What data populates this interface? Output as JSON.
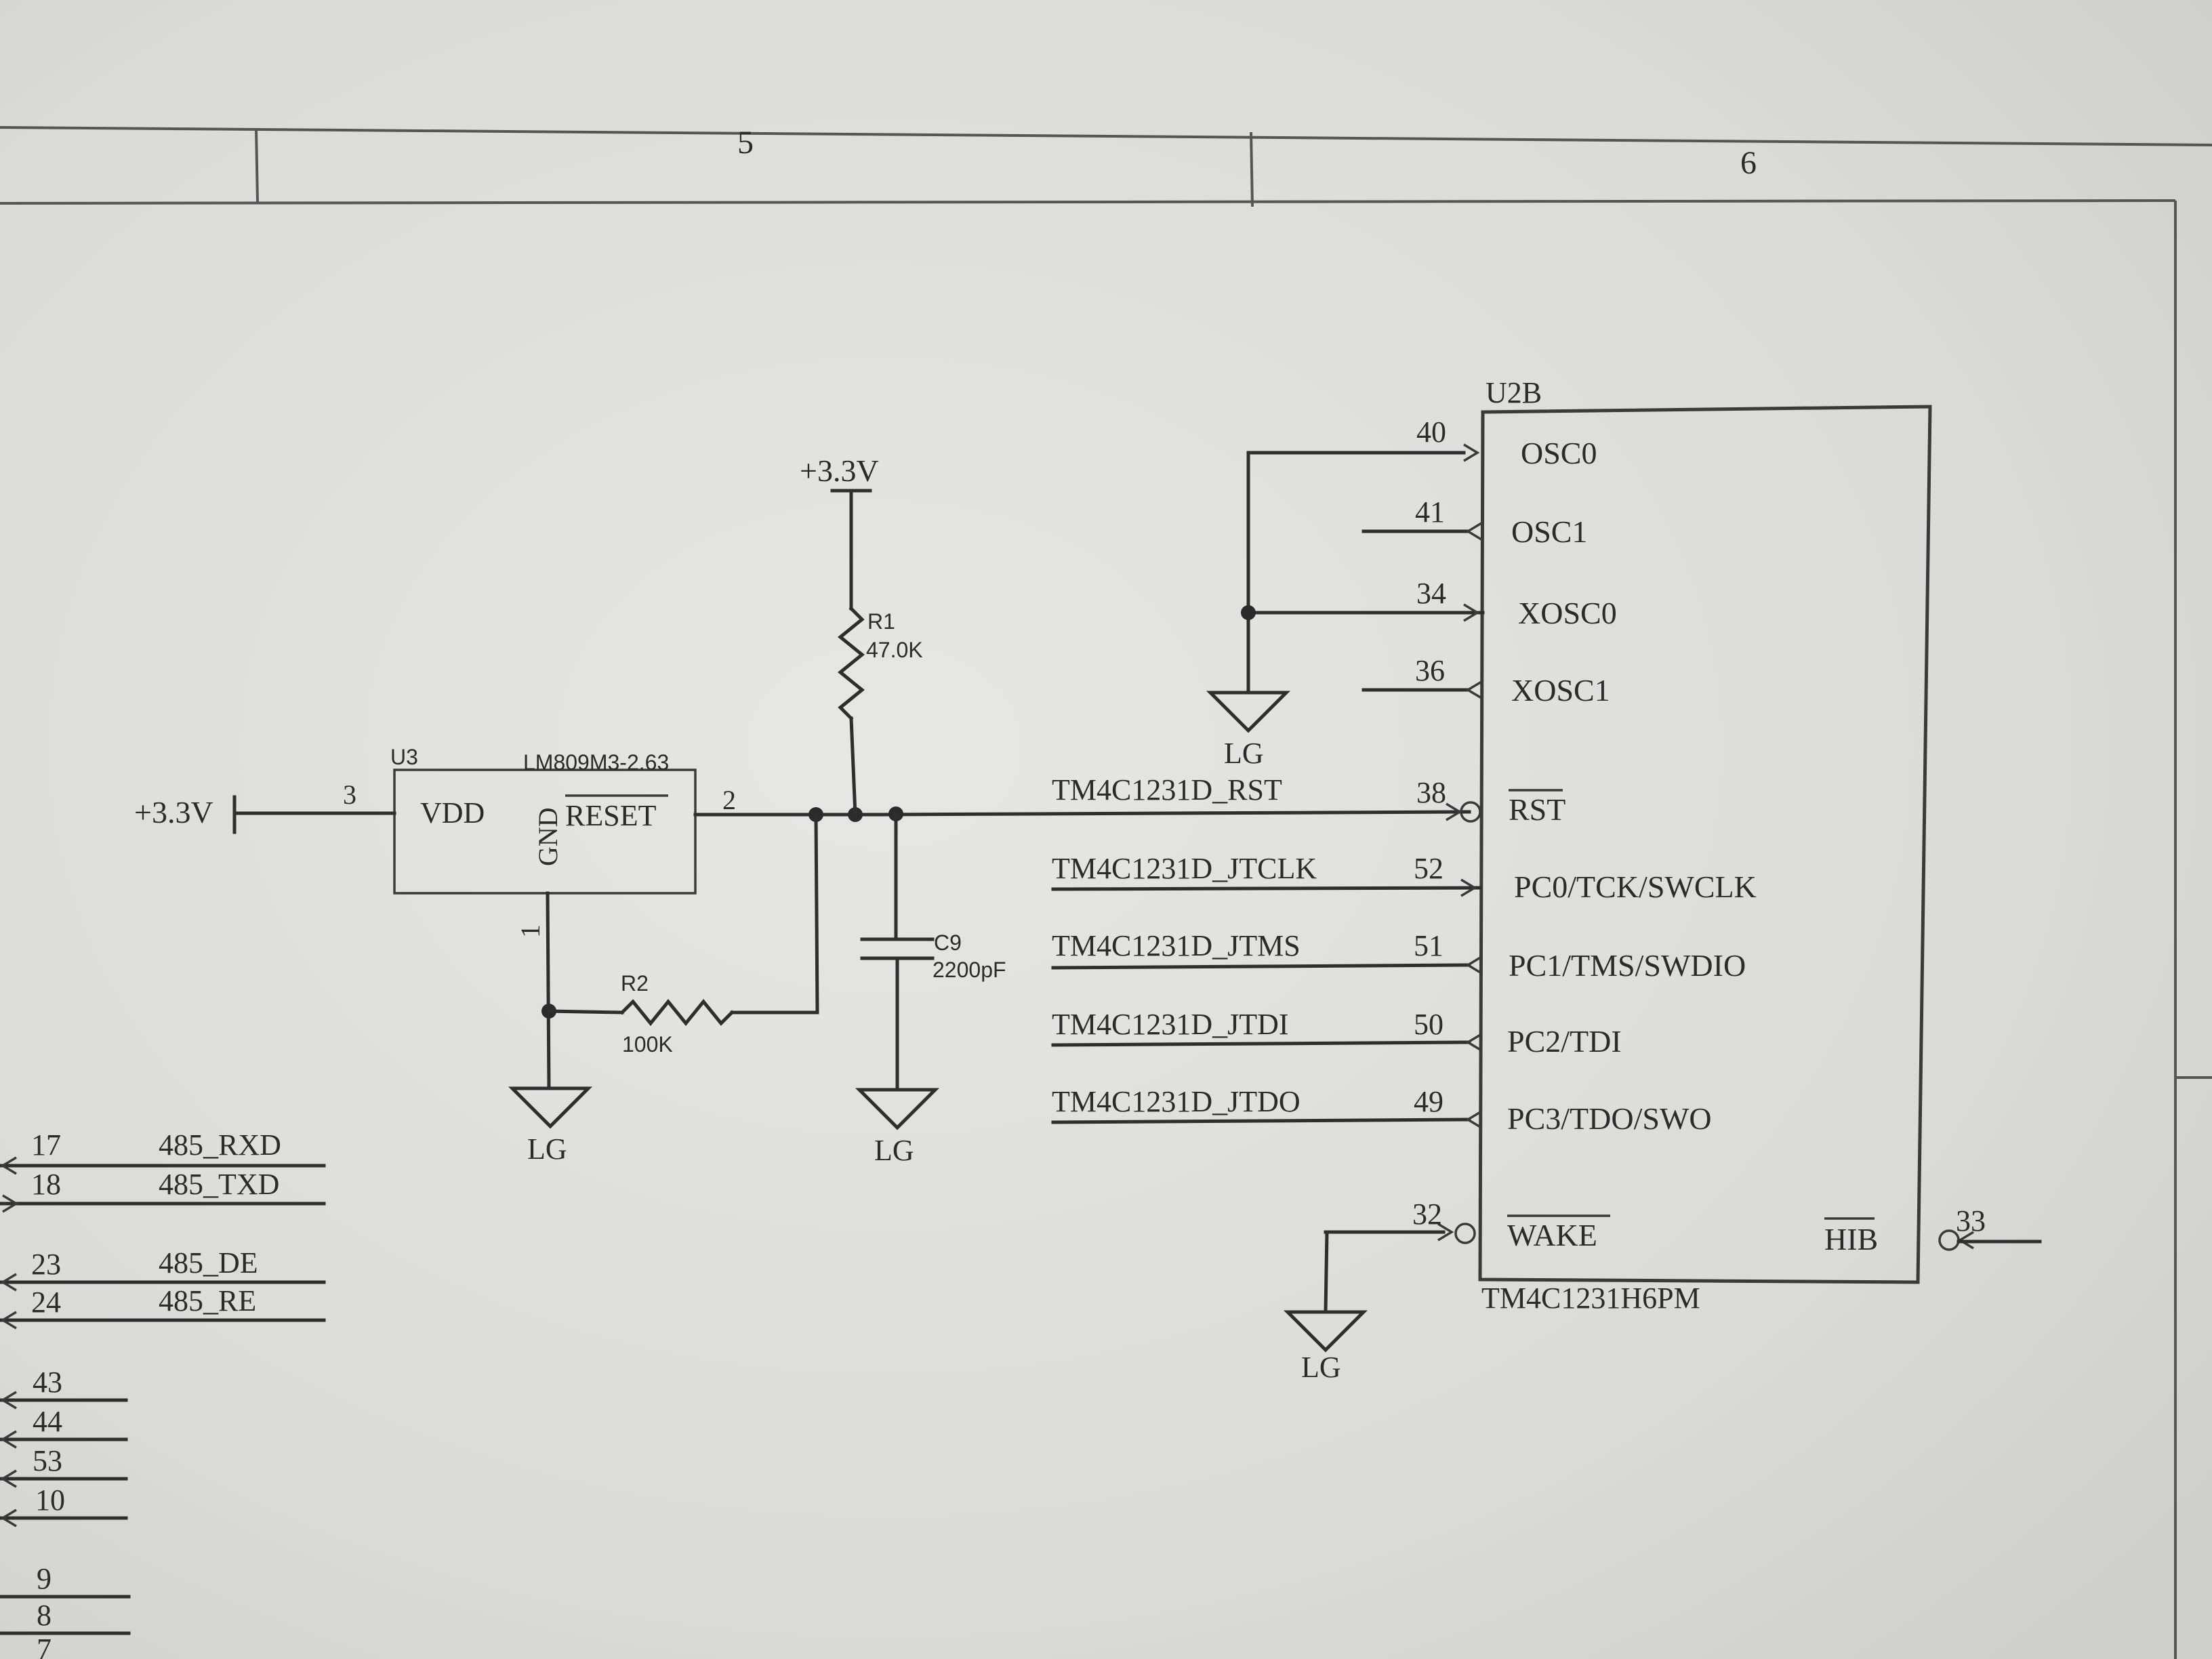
{
  "frame": {
    "zone_5": "5",
    "zone_6": "6"
  },
  "u3": {
    "ref": "U3",
    "part": "LM809M3-2.63",
    "pin_vdd": "VDD",
    "pin_gnd": "GND",
    "pin_reset": "RESET",
    "pin3": "3",
    "pin2": "2",
    "pin1": "1",
    "supply": "+3.3V"
  },
  "r1": {
    "ref": "R1",
    "value": "47.0K",
    "supply": "+3.3V"
  },
  "r2": {
    "ref": "R2",
    "value": "100K"
  },
  "c9": {
    "ref": "C9",
    "value": "2200pF"
  },
  "ground_label": "LG",
  "u2b": {
    "ref": "U2B",
    "part": "TM4C1231H6PM",
    "pins": [
      {
        "num": "40",
        "name": "OSC0",
        "net": ""
      },
      {
        "num": "41",
        "name": "OSC1",
        "net": ""
      },
      {
        "num": "34",
        "name": "XOSC0",
        "net": ""
      },
      {
        "num": "36",
        "name": "XOSC1",
        "net": ""
      },
      {
        "num": "38",
        "name": "RST",
        "net": "TM4C1231D_RST"
      },
      {
        "num": "52",
        "name": "PC0/TCK/SWCLK",
        "net": "TM4C1231D_JTCLK"
      },
      {
        "num": "51",
        "name": "PC1/TMS/SWDIO",
        "net": "TM4C1231D_JTMS"
      },
      {
        "num": "50",
        "name": "PC2/TDI",
        "net": "TM4C1231D_JTDI"
      },
      {
        "num": "49",
        "name": "PC3/TDO/SWO",
        "net": "TM4C1231D_JTDO"
      },
      {
        "num": "32",
        "name": "WAKE",
        "net": ""
      },
      {
        "num": "33",
        "name": "HIB",
        "net": ""
      }
    ]
  },
  "left_nets": [
    {
      "num": "17",
      "net": "485_RXD"
    },
    {
      "num": "18",
      "net": "485_TXD"
    },
    {
      "num": "23",
      "net": "485_DE"
    },
    {
      "num": "24",
      "net": "485_RE"
    }
  ],
  "left_pins": [
    "43",
    "44",
    "53",
    "10",
    "9",
    "8",
    "7"
  ]
}
